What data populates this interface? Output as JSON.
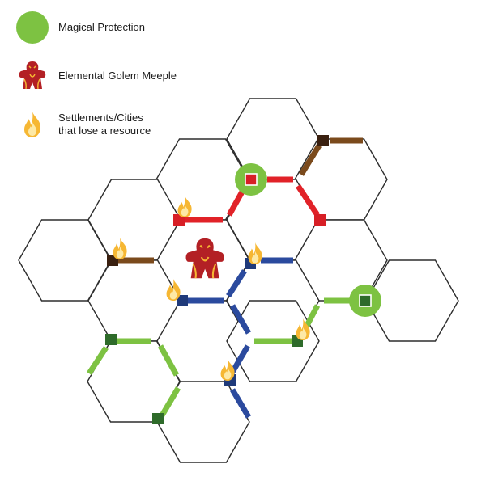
{
  "legend": {
    "magic": {
      "label": "Magical Protection",
      "icon": "green-circle-icon"
    },
    "golem": {
      "label": "Elemental Golem Meeple",
      "icon": "golem-meeple-icon"
    },
    "fire": {
      "label": "Settlements/Cities\nthat lose a resource",
      "icon": "flame-icon"
    }
  },
  "colors": {
    "green": "#7dc242",
    "green_dark": "#2e6b2a",
    "red": "#e12228",
    "red_fill": "#d71f26",
    "blue": "#2b4a9e",
    "blue_fill": "#1f3a7a",
    "brown": "#7b4a1c",
    "brown_fill": "#3a2010",
    "flame": "#f6b733",
    "flame_inner": "#fde9a6"
  }
}
